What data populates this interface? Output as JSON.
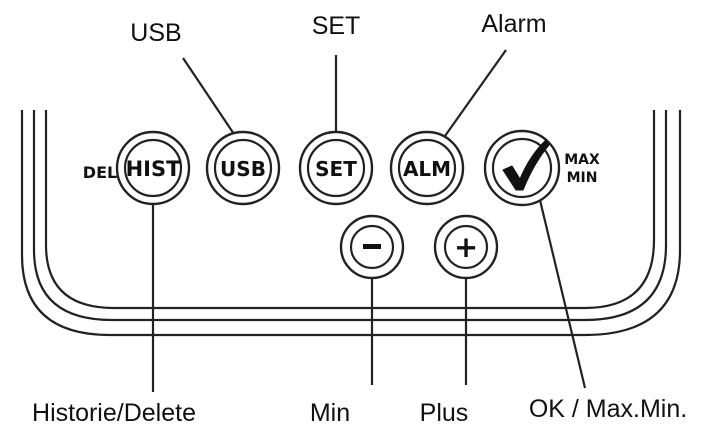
{
  "callouts": {
    "usb": "USB",
    "set": "SET",
    "alarm": "Alarm",
    "history": "Historie/Delete",
    "min": "Min",
    "plus": "Plus",
    "ok": "OK / Max.Min."
  },
  "side_labels": {
    "del": "DEL",
    "max": "MAX",
    "min": "MIN"
  },
  "buttons": {
    "hist": "HIST",
    "usb": "USB",
    "set": "SET",
    "alm": "ALM",
    "minus": "−",
    "plus": "+"
  },
  "icons": {
    "ok": "checkmark-icon"
  }
}
